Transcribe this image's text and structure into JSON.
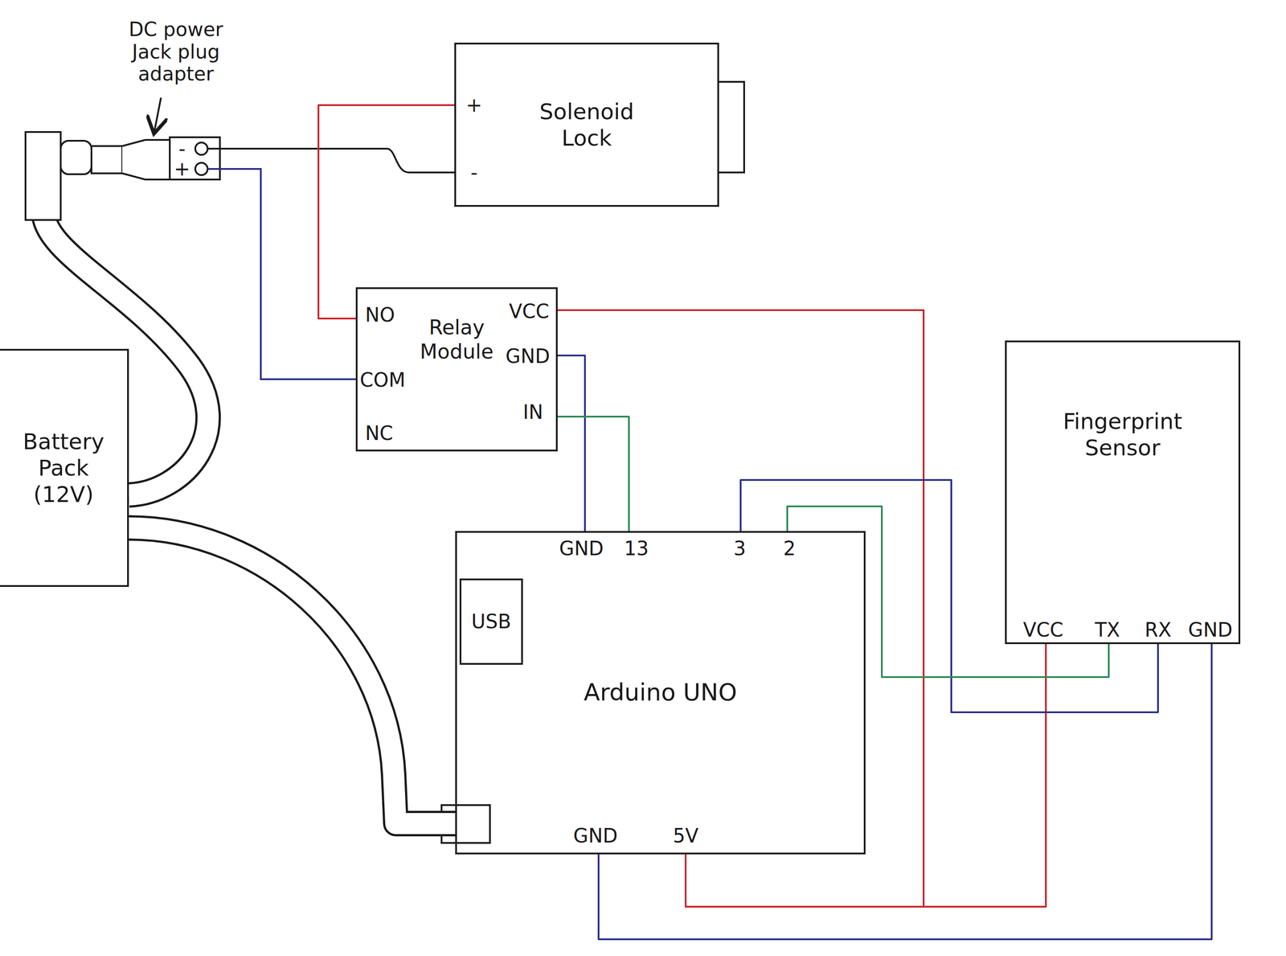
{
  "diagram": {
    "nodes": [
      {
        "text": [
          "Solenoid Lock"
        ]
      },
      {
        "text": [
          "Relay Module"
        ]
      },
      {
        "text": [
          "Battery Pack (12V)"
        ]
      },
      {
        "text": [
          "Fingerprint Sensor"
        ]
      },
      {
        "text": [
          "Arduino UNO"
        ]
      },
      {
        "text": [
          "USB"
        ],
        "in": 4
      }
    ],
    "edges": [
      {
        "from": 1,
        "to": 0,
        "arrow": "none"
      },
      {
        "from": 1,
        "to": 4,
        "arrow": "none"
      },
      {
        "from": 1,
        "to": 4,
        "arrow": "none"
      },
      {
        "from": 4,
        "to": 1,
        "arrow": "none"
      },
      {
        "from": 4,
        "to": 3,
        "arrow": "none"
      },
      {
        "from": 4,
        "to": 3,
        "arrow": "none"
      },
      {
        "from": 4,
        "to": 3,
        "arrow": "none"
      },
      {
        "from": 4,
        "to": 3,
        "arrow": "none"
      },
      {
        "from": 2,
        "to": 4,
        "arrow": "none"
      }
    ],
    "labels": [
      "DC power Jack plug adapter",
      "-",
      "+",
      "+",
      "-",
      "NO",
      "VCC",
      "GND",
      "IN",
      "COM",
      "NC",
      "GND",
      "13",
      "3",
      "2",
      "VCC",
      "TX",
      "RX",
      "GND",
      "GND",
      "5V"
    ]
  }
}
